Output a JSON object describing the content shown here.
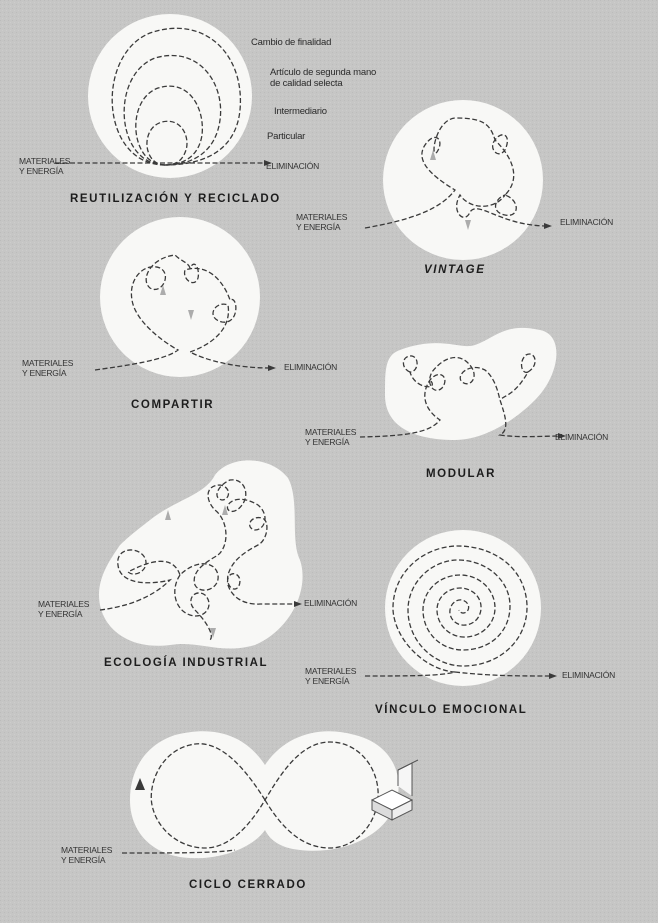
{
  "colors": {
    "paper": "#c4c4c3",
    "blob": "#f8f8f6",
    "dash": "#3a3a3a",
    "text": "#1d1d1d"
  },
  "diagrams": {
    "reuse": {
      "title": "REUTILIZACIÓN Y RECICLADO",
      "loops": [
        "Cambio de finalidad",
        "Artículo de segunda mano de calidad selecta",
        "Intermediario",
        "Particular"
      ],
      "loop_line_1": "Artículo de segunda mano",
      "loop_line_2": "de calidad selecta",
      "input_1": "MATERIALES",
      "input_2": "Y ENERGÍA",
      "output": "ELIMINACIÓN"
    },
    "vintage": {
      "title": "VINTAGE",
      "input_1": "MATERIALES",
      "input_2": "Y ENERGÍA",
      "output": "ELIMINACIÓN"
    },
    "sharing": {
      "title": "COMPARTIR",
      "input_1": "MATERIALES",
      "input_2": "Y ENERGÍA",
      "output": "ELIMINACIÓN"
    },
    "modular": {
      "title": "MODULAR",
      "input_1": "MATERIALES",
      "input_2": "Y ENERGÍA",
      "output": "ELIMINACIÓN"
    },
    "industrial": {
      "title": "ECOLOGÍA INDUSTRIAL",
      "input_1": "MATERIALES",
      "input_2": "Y ENERGÍA",
      "output": "ELIMINACIÓN"
    },
    "emotional": {
      "title": "VÍNCULO EMOCIONAL",
      "input_1": "MATERIALES",
      "input_2": "Y ENERGÍA",
      "output": "ELIMINACIÓN"
    },
    "closed": {
      "title": "CICLO CERRADO",
      "input_1": "MATERIALES",
      "input_2": "Y ENERGÍA"
    }
  }
}
